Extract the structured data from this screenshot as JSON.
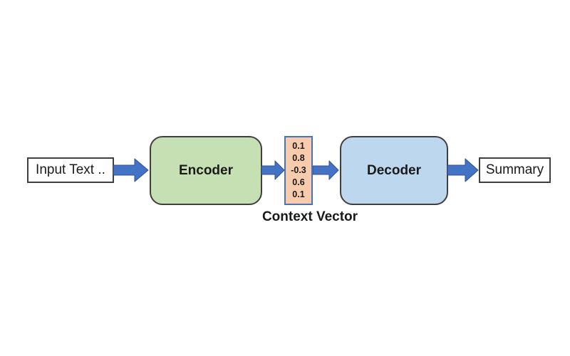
{
  "diagram": {
    "nodes": {
      "input": {
        "label": "Input Text .."
      },
      "encoder": {
        "label": "Encoder"
      },
      "context_vector": {
        "values": [
          "0.1",
          "0.8",
          "-0.3",
          "0.6",
          "0.1"
        ],
        "caption": "Context Vector"
      },
      "decoder": {
        "label": "Decoder"
      },
      "summary": {
        "label": "Summary"
      }
    },
    "colors": {
      "arrow_fill": "#4472C4",
      "arrow_border": "#2F528F",
      "encoder_fill": "#C6E0B4",
      "decoder_fill": "#BDD7EE",
      "vector_fill": "#F8CBAD",
      "vector_border": "#4472C4",
      "box_border": "#3F3F3F",
      "text": "#1A1A1A"
    }
  }
}
